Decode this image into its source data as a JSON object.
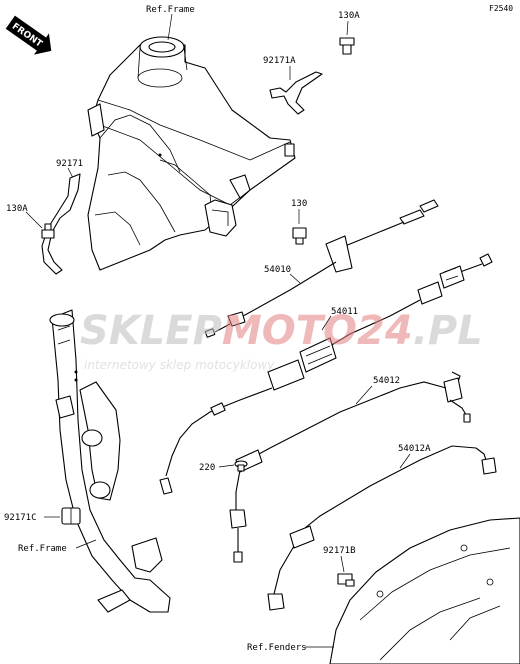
{
  "diagram_code": "F2540",
  "front_arrow_text": "FRONT",
  "watermark": {
    "part1": "SKLEP",
    "part2": "MOTO",
    "part3": "24",
    "part4": ".PL",
    "tagline": "internetowy sklep motocyklowy"
  },
  "labels": {
    "ref_frame_top": "Ref.Frame",
    "part_130A_top": "130A",
    "part_92171A": "92171A",
    "part_92171": "92171",
    "part_130A_left": "130A",
    "part_130": "130",
    "part_54010": "54010",
    "part_54011": "54011",
    "part_54012": "54012",
    "part_220": "220",
    "part_54012A": "54012A",
    "part_92171C": "92171C",
    "ref_frame_bottom": "Ref.Frame",
    "part_92171B": "92171B",
    "ref_fenders": "Ref.Fenders"
  }
}
